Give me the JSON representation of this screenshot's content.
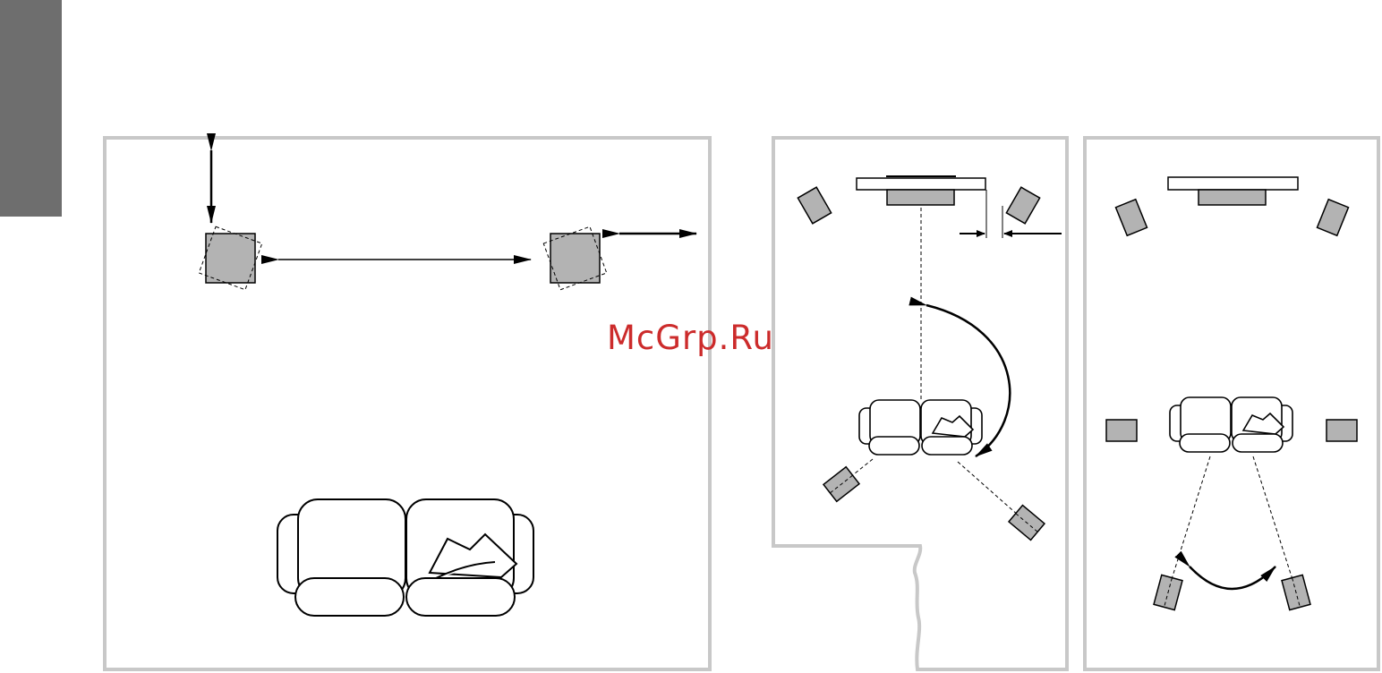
{
  "watermark": {
    "text": "McGrp.Ru"
  },
  "colors": {
    "panel_border": "#c8c8c8",
    "speaker_fill": "#b3b3b3",
    "side_tab": "#6e6e6e",
    "watermark": "#cc2b2b",
    "ink": "#000000"
  },
  "diagrams": {
    "stereo": {
      "label": "stereo-room-layout"
    },
    "surround_corner": {
      "label": "surround-layout-l-shaped-room"
    },
    "surround_rect": {
      "label": "surround-layout-rectangular-room"
    }
  }
}
